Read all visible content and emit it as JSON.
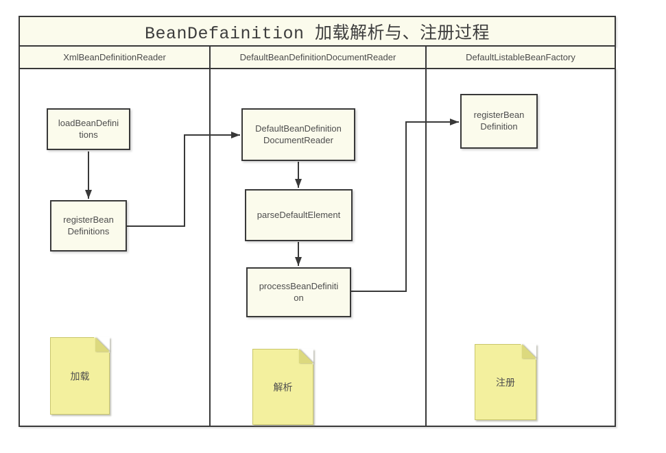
{
  "diagram": {
    "title": "BeanDefainition 加载解析与、注册过程",
    "lanes": [
      {
        "header": "XmlBeanDefinitionReader"
      },
      {
        "header": "DefaultBeanDefinitionDocumentReader"
      },
      {
        "header": "DefaultListableBeanFactory"
      }
    ],
    "nodes": [
      {
        "label": "loadBeanDefinitions",
        "lane": "XmlBeanDefinitionReader",
        "lines": [
          "loadBeanDefini",
          "tions"
        ]
      },
      {
        "label": "registerBeanDefinitions",
        "lane": "XmlBeanDefinitionReader",
        "lines": [
          "registerBean",
          "Definitions"
        ]
      },
      {
        "label": "DefaultBeanDefinitionDocumentReader",
        "lane": "DefaultBeanDefinitionDocumentReader",
        "lines": [
          "DefaultBeanDefinition",
          "DocumentReader"
        ]
      },
      {
        "label": "parseDefaultElement",
        "lane": "DefaultBeanDefinitionDocumentReader",
        "lines": [
          "parseDefaultElement"
        ]
      },
      {
        "label": "processBeanDefinition",
        "lane": "DefaultBeanDefinitionDocumentReader",
        "lines": [
          "processBeanDefiniti",
          "on"
        ]
      },
      {
        "label": "registerBeanDefinition",
        "lane": "DefaultListableBeanFactory",
        "lines": [
          "registerBean",
          "Definition"
        ]
      }
    ],
    "flows": [
      {
        "from": "loadBeanDefinitions",
        "to": "registerBeanDefinitions"
      },
      {
        "from": "registerBeanDefinitions",
        "to": "DefaultBeanDefinitionDocumentReader"
      },
      {
        "from": "DefaultBeanDefinitionDocumentReader",
        "to": "parseDefaultElement"
      },
      {
        "from": "parseDefaultElement",
        "to": "processBeanDefinition"
      },
      {
        "from": "processBeanDefinition",
        "to": "registerBeanDefinition"
      }
    ],
    "notes": [
      {
        "text": "加载",
        "lane": "XmlBeanDefinitionReader"
      },
      {
        "text": "解析",
        "lane": "DefaultBeanDefinitionDocumentReader"
      },
      {
        "text": "注册",
        "lane": "DefaultListableBeanFactory"
      }
    ],
    "colors": {
      "band_fill": "#fbfbec",
      "line": "#383838",
      "note_fill": "#f3f09e",
      "note_fold": "#dcd97e",
      "text": "#4d4d4d",
      "background": "#ffffff"
    }
  }
}
